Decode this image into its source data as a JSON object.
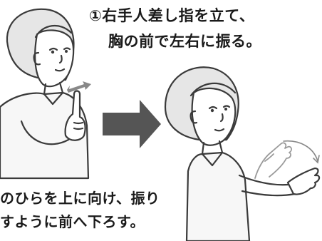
{
  "captions": {
    "step1_line1": "①右手人差し指を立て、",
    "step1_line2": "胸の前で左右に振る。",
    "step2_line1": "のひらを上に向け、振り",
    "step2_line2": "すように前へ下ろす。"
  },
  "icons": {
    "transition_arrow": "right-arrow-icon",
    "motion_arrow": "double-headed-arrow-icon"
  },
  "colors": {
    "outline": "#3a3a3a",
    "hair": "#e0e0e0",
    "shirt": "#f5f5f5",
    "arrow": "#555555",
    "motion": "#888888"
  }
}
